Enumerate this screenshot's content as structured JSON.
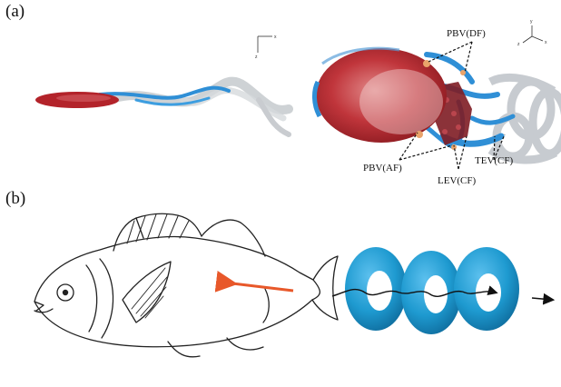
{
  "panels": {
    "a": {
      "label": "(a)",
      "annotations": {
        "pbv_df": "PBV(DF)",
        "pbv_af": "PBV(AF)",
        "lev_cf": "LEV(CF)",
        "tev_cf": "TEV(CF)"
      },
      "axes_left": {
        "x": "x",
        "z": "z"
      },
      "axes_right": {
        "x": "x",
        "y": "y",
        "z": "z"
      }
    },
    "b": {
      "label": "(b)"
    }
  },
  "colors": {
    "body_red": "#b3232a",
    "vortex_blue": "#2f8fd6",
    "vortex_grey": "#bfc3c8",
    "arrow_orange": "#e8582a",
    "ring_blue": "#1e9ad0"
  }
}
